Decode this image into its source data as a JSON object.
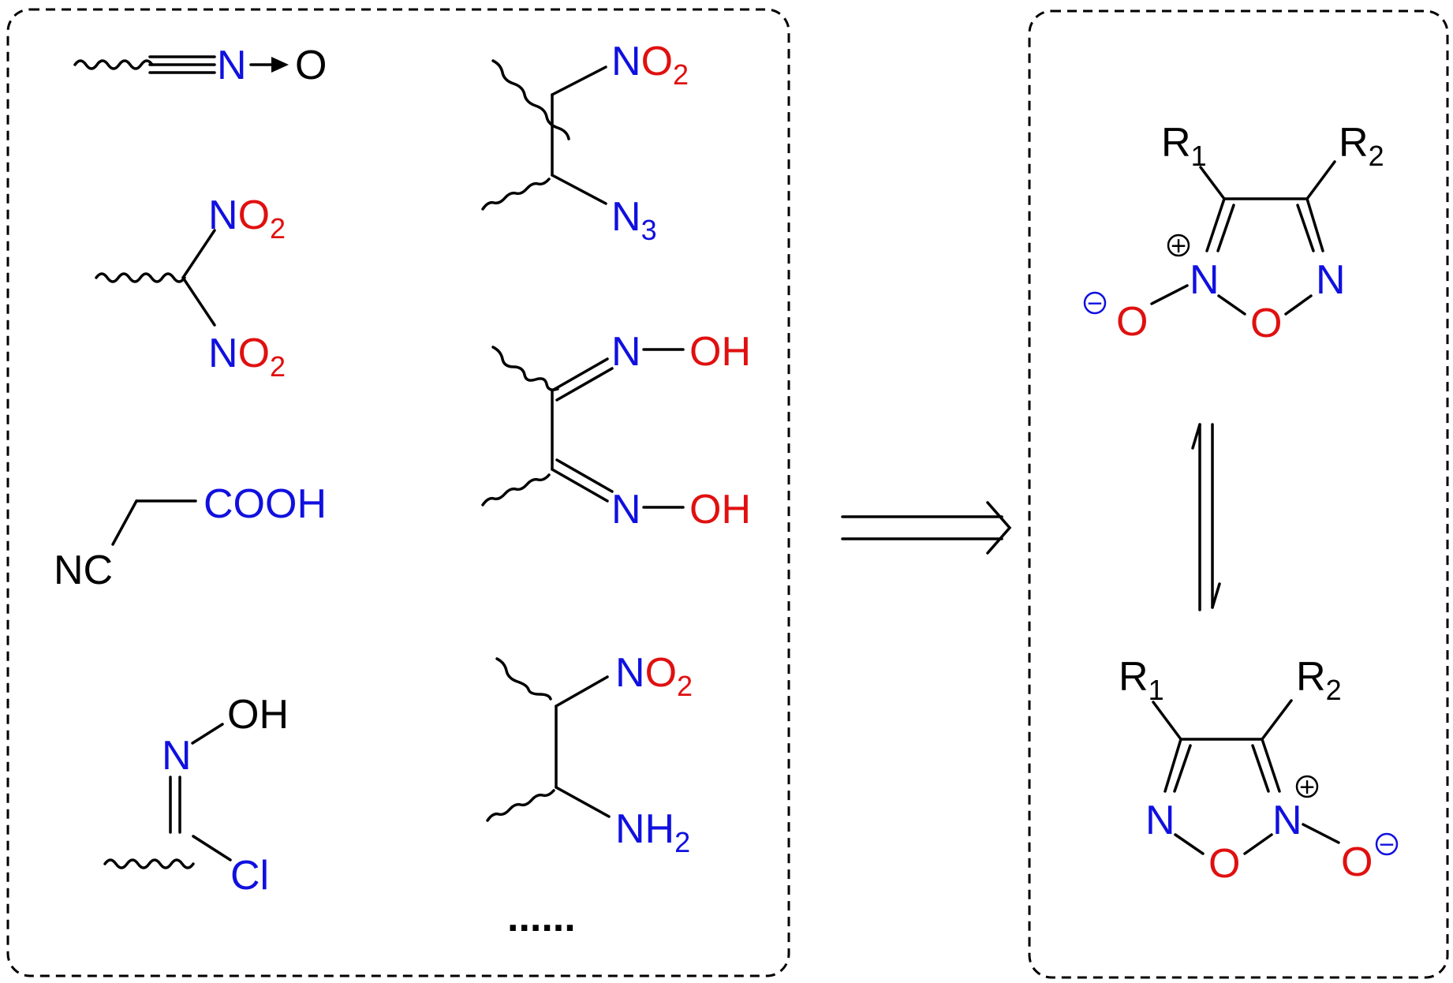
{
  "colors": {
    "nitrogen": "#1010e0",
    "oxygen": "#e01010",
    "bond": "#000000"
  },
  "precursors": {
    "nitrile_oxide": {
      "n": "N",
      "o": "O"
    },
    "gem_dinitro": {
      "top": {
        "n": "N",
        "o": "O",
        "sub": "2"
      },
      "bottom": {
        "n": "N",
        "o": "O",
        "sub": "2"
      }
    },
    "cyanoacetic_acid": {
      "cooh": "COOH",
      "nc": "NC"
    },
    "chloroxime": {
      "n": "N",
      "oh": "OH",
      "cl": "Cl"
    },
    "nitro_azide": {
      "nitro": {
        "n": "N",
        "o": "O",
        "sub": "2"
      },
      "azide": {
        "n": "N",
        "sub": "3"
      }
    },
    "glyoxime": {
      "top": {
        "n": "N",
        "oh": "OH"
      },
      "bottom": {
        "n": "N",
        "oh": "OH"
      }
    },
    "nitro_amine": {
      "nitro": {
        "n": "N",
        "o": "O",
        "sub": "2"
      },
      "amine": {
        "nh": "NH",
        "sub": "2"
      }
    },
    "more": "......"
  },
  "furoxans": {
    "top": {
      "r1": "R",
      "r1_sub": "1",
      "r2": "R",
      "r2_sub": "2",
      "n_plus": "N",
      "n_ring": "N",
      "o_ring": "O",
      "o_exo": "O",
      "plus": "+",
      "minus": "−"
    },
    "bottom": {
      "r1": "R",
      "r1_sub": "1",
      "r2": "R",
      "r2_sub": "2",
      "n_plus": "N",
      "n_ring": "N",
      "o_ring": "O",
      "o_exo": "O",
      "plus": "+",
      "minus": "−"
    }
  }
}
